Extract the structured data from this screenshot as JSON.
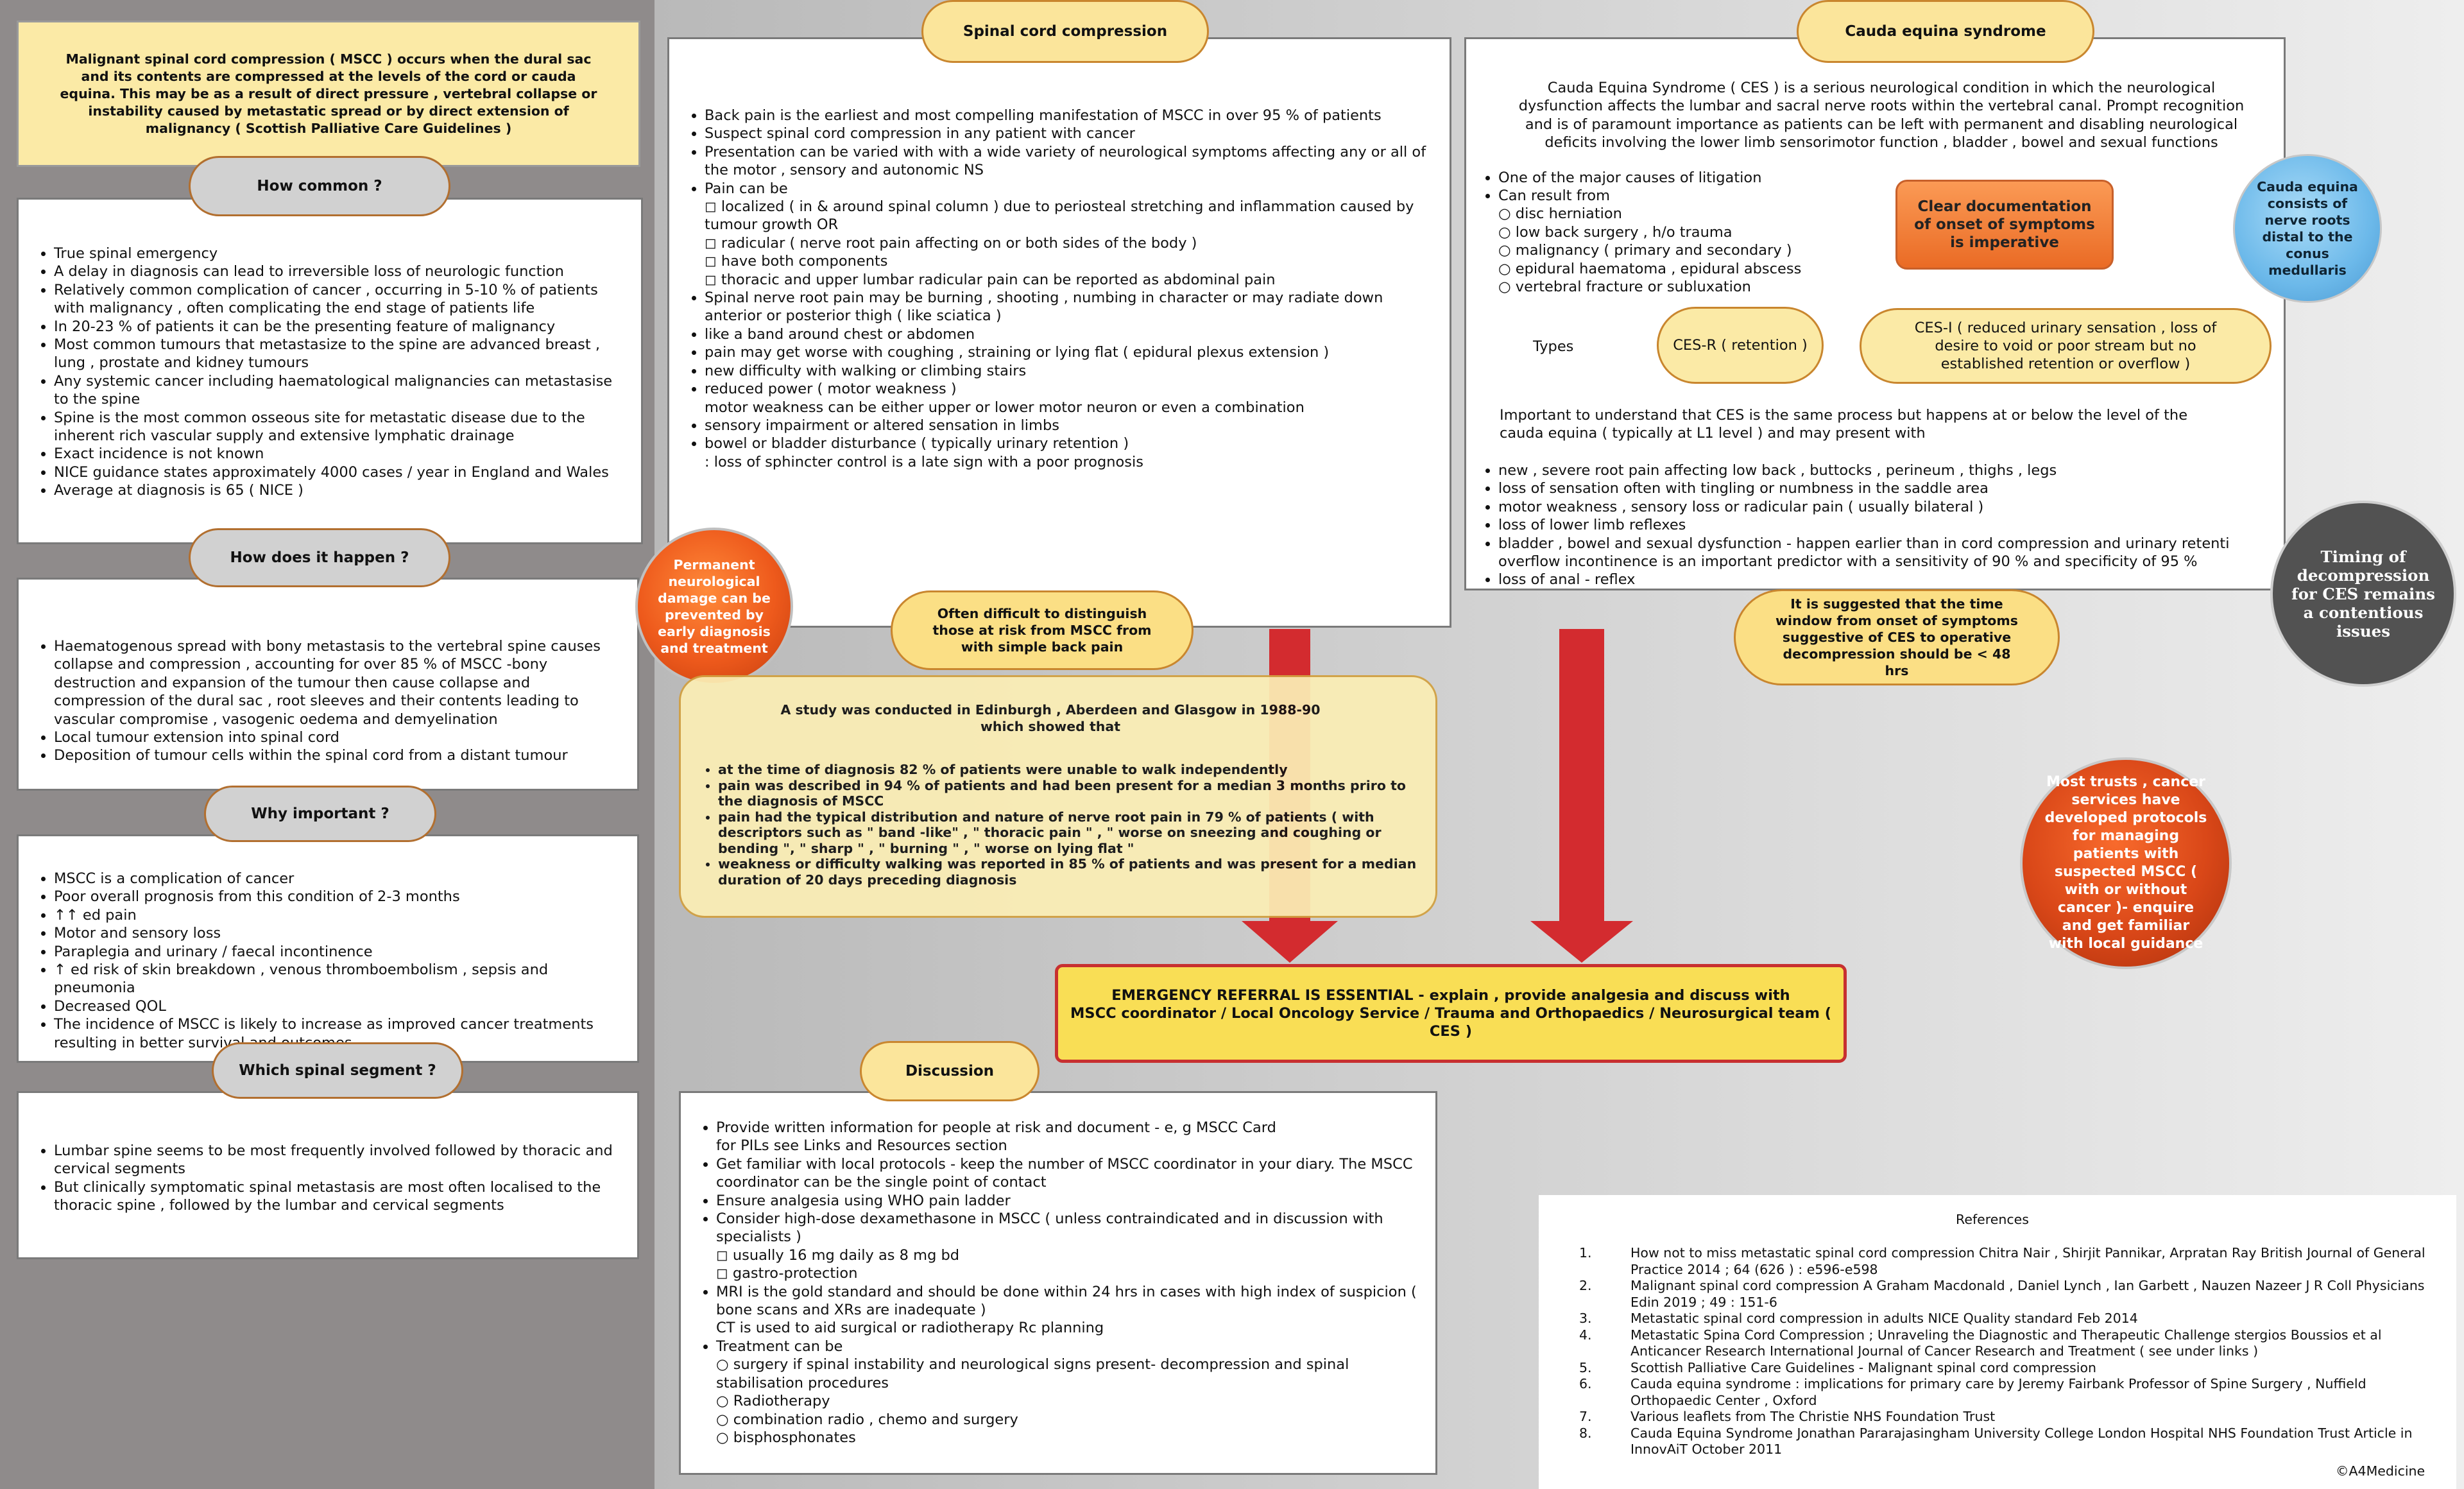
{
  "intro": "Malignant spinal cord compression ( MSCC ) occurs when the dural sac and its contents  are compressed at the levels of the cord or cauda equina. This may be as a result of direct pressure ,  vertebral collapse or instability caused by metastatic spread or by direct extension of malignancy ( Scottish Palliative Care Guidelines )",
  "how_common": {
    "title": "How common ?",
    "items": [
      "True spinal emergency",
      "A delay in diagnosis can lead to irreversible loss of neurologic function",
      "Relatively common complication of cancer , occurring in 5-10 % of patients with malignancy , often complicating the end stage of patients life",
      "In 20-23 % of patients it can be the presenting feature of malignancy",
      "Most common tumours that metastasize to the spine are advanced breast , lung , prostate and kidney tumours",
      "Any systemic cancer  including haematological malignancies can metastasise to the spine",
      "Spine is the most common osseous site for metastatic disease due to the inherent rich vascular supply and extensive lymphatic drainage",
      "Exact incidence is not known",
      "NICE guidance states approximately 4000 cases / year in England and Wales",
      "Average at diagnosis is 65 ( NICE )"
    ]
  },
  "how_happen": {
    "title": "How does it happen ?",
    "items": [
      "Haematogenous spread with bony metastasis to the vertebral spine causes collapse and compression , accounting for over 85 % of MSCC -bony destruction and expansion of the tumour then cause collapse and compression of the dural sac , root sleeves and their contents leading to vascular compromise , vasogenic oedema and demyelination",
      "Local tumour extension into spinal cord",
      "Deposition of tumour cells within the spinal cord from a distant tumour"
    ]
  },
  "why_important": {
    "title": "Why important ?",
    "items": [
      "MSCC is a complication of cancer",
      "Poor overall prognosis from this condition of 2-3 months",
      "↑↑ ed pain",
      "Motor and sensory loss",
      "Paraplegia and urinary / faecal incontinence",
      "↑ ed risk of skin breakdown , venous thromboembolism , sepsis and pneumonia",
      "Decreased QOL",
      "The incidence of MSCC is likely to increase as improved cancer treatments resulting in better survival and outcomes"
    ]
  },
  "which_segment": {
    "title": "Which spinal segment ?",
    "items": [
      "Lumbar spine  seems to be most frequently involved followed by thoracic and cervical segments",
      "But clinically symptomatic spinal metastasis are most often localised to the thoracic spine , followed by the lumbar and cervical segments"
    ]
  },
  "scc": {
    "title": "Spinal cord compression",
    "lines": [
      {
        "k": "b",
        "t": "Back pain is the earliest and most compelling manifestation of MSCC in over 95 % of patients"
      },
      {
        "k": "b",
        "t": "Suspect spinal cord compression in any patient with cancer"
      },
      {
        "k": "b",
        "t": "Presentation can be varied with with a wide variety of neurological symptoms affecting any or all of the motor , sensory and autonomic NS"
      },
      {
        "k": "b",
        "t": "Pain can be"
      },
      {
        "k": "s",
        "t": "localized ( in & around spinal column ) due to periosteal stretching and inflammation caused by tumour growth OR"
      },
      {
        "k": "s",
        "t": "radicular ( nerve root pain affecting on or both sides of the body )"
      },
      {
        "k": "s",
        "t": "have both components"
      },
      {
        "k": "s",
        "t": "thoracic and upper lumbar radicular pain can be reported as abdominal pain"
      },
      {
        "k": "b",
        "t": "Spinal nerve root pain may be burning , shooting , numbing in character or may radiate down  anterior or posterior thigh ( like sciatica )"
      },
      {
        "k": "b",
        "t": "like a band around chest or abdomen"
      },
      {
        "k": "b",
        "t": "pain may get worse with coughing , straining or lying flat ( epidural plexus extension )"
      },
      {
        "k": "b",
        "t": "new difficulty with walking or climbing stairs"
      },
      {
        "k": "b",
        "t": "reduced power ( motor weakness )"
      },
      {
        "k": "p",
        "t": "motor weakness can be either upper or lower motor neuron or even a combination"
      },
      {
        "k": "b",
        "t": "sensory impairment or altered sensation in limbs"
      },
      {
        "k": "b",
        "t": "bowel or bladder disturbance ( typically urinary retention )"
      },
      {
        "k": "p",
        "t": ": loss of sphincter control is a late sign with a poor prognosis"
      }
    ]
  },
  "permanent_damage": "Permanent neurological damage can be  prevented by early diagnosis and treatment",
  "difficult": "Often difficult to distinguish those at risk from MSCC from with simple back pain",
  "study": {
    "title": "A study was conducted in Edinburgh , Aberdeen and Glasgow in 1988-90 which showed that",
    "items": [
      "at the time of diagnosis 82 % of patients were unable to walk independently",
      "pain was described in 94 % of patients and had been present for a median 3 months priro to the diagnosis of MSCC",
      "pain had the typical distribution and nature of nerve root pain in 79 % of patients ( with descriptors such as \" band -like\" , \" thoracic pain \" , \" worse on sneezing and coughing or bending \", \" sharp \" , \" burning \" , \" worse on lying flat \"",
      "weakness or difficulty walking was reported in 85 % of patients and was present for a median duration of 20 days preceding diagnosis"
    ]
  },
  "emergency": {
    "line1": "EMERGENCY REFERRAL IS ESSENTIAL - explain , provide analgesia and discuss with",
    "line2": "MSCC coordinator / Local Oncology Service  / Trauma and Orthopaedics / Neurosurgical  team  ( CES )"
  },
  "discussion": {
    "title": "Discussion",
    "lines": [
      {
        "k": "b",
        "t": "Provide written information for people at risk and document - e, g MSCC Card"
      },
      {
        "k": "p",
        "t": "for PILs see Links and Resources section"
      },
      {
        "k": "b",
        "t": "Get familiar with local protocols - keep the number of MSCC coordinator in your diary. The MSCC coordinator can be the single point of contact"
      },
      {
        "k": "b",
        "t": "Ensure analgesia using WHO pain ladder"
      },
      {
        "k": "b",
        "t": "Consider high-dose dexamethasone  in MSCC ( unless contraindicated and in discussion with specialists )"
      },
      {
        "k": "s",
        "t": "usually 16 mg daily as 8 mg bd"
      },
      {
        "k": "s",
        "t": "gastro-protection"
      },
      {
        "k": "b",
        "t": "MRI is the gold standard and should be done within 24 hrs in cases with high index of suspicion  ( bone scans and XRs are inadequate )"
      },
      {
        "k": "p",
        "t": "CT is used to aid surgical or radiotherapy Rc planning"
      },
      {
        "k": "b",
        "t": "Treatment can be"
      },
      {
        "k": "c",
        "t": "surgery if spinal instability and neurological signs present- decompression and spinal stabilisation procedures"
      },
      {
        "k": "c",
        "t": "Radiotherapy"
      },
      {
        "k": "c",
        "t": "combination radio , chemo and surgery"
      },
      {
        "k": "c",
        "t": "bisphosphonates"
      }
    ]
  },
  "ces": {
    "title": "Cauda equina syndrome",
    "intro": "Cauda Equina Syndrome ( CES ) is a serious neurological condition in which the neurological dysfunction affects the lumbar and sacral nerve roots within the vertebral canal. Prompt recognition and is of paramount importance as patients can be left with permanent and disabling neurological deficits involving the lower limb sensorimotor function , bladder , bowel and sexual functions",
    "causes": [
      {
        "k": "b",
        "t": "One of the major causes of litigation"
      },
      {
        "k": "b",
        "t": "Can result from"
      },
      {
        "k": "c",
        "t": "disc herniation"
      },
      {
        "k": "c",
        "t": "low back surgery , h/o trauma"
      },
      {
        "k": "c",
        "t": "malignancy ( primary and secondary )"
      },
      {
        "k": "c",
        "t": "epidural haematoma , epidural abscess"
      },
      {
        "k": "c",
        "t": "vertebral fracture or subluxation"
      }
    ],
    "clear_doc": "Clear documentation of onset of symptoms is imperative",
    "cauda_def": "Cauda equina consists of nerve roots distal to the conus medullaris",
    "types_label": "Types",
    "ces_r": "CES-R ( retention )",
    "ces_i": "CES-I ( reduced urinary sensation , loss of desire to void or poor stream but no established retention or overflow )",
    "important": "Important to understand that CES is the same process but happens at or below the level of the cauda equina ( typically at L1 level ) and may present with",
    "present": [
      "new , severe root pain affecting low back , buttocks , perineum , thighs , legs",
      "loss of sensation often with tingling or numbness in the saddle area",
      "motor weakness , sensory loss or radicular pain ( usually bilateral )",
      "loss of lower limb reflexes",
      "bladder , bowel and sexual dysfunction - happen earlier than in cord compression and urinary retenti overflow incontinence is an important predictor with a sensitivity of 90 % and specificity of 95 %",
      "loss of anal - reflex"
    ],
    "time_window": "It is suggested that the time window from onset of symptoms suggestive of CES to operative decompression  should be < 48 hrs",
    "timing": "Timing of decompression for CES remains a contentious issues"
  },
  "trusts": "Most trusts , cancer services  have developed protocols for managing patients with suspected MSCC ( with or without cancer )- enquire and  get familiar with local guidance",
  "references": {
    "title": "References",
    "items": [
      {
        "n": "1.",
        "t": "How not to miss metastatic spinal cord compression Chitra Nair , Shirjit Pannikar, Arpratan Ray British Journal of General Practice 2014 ; 64 (626 ) : e596-e598"
      },
      {
        "n": "2.",
        "t": "Malignant spinal cord compression A Graham Macdonald , Daniel Lynch , Ian Garbett , Nauzen Nazeer J R Coll Physicians Edin 2019 ; 49 : 151-6"
      },
      {
        "n": "3.",
        "t": "Metastatic spinal cord compression in adults NICE Quality standard Feb 2014"
      },
      {
        "n": "4.",
        "t": "Metastatic Spina Cord Compression ; Unraveling the Diagnostic and Therapeutic Challenge stergios Boussios et al Anticancer Research International Journal of Cancer Research and Treatment ( see under links )"
      },
      {
        "n": "5.",
        "t": "Scottish Palliative Care Guidelines - Malignant spinal cord compression"
      },
      {
        "n": "6.",
        "t": "Cauda equina syndrome : implications for primary care by Jeremy Fairbank Professor of Spine Surgery , Nuffield Orthopaedic Center , Oxford"
      },
      {
        "n": "7.",
        "t": "Various leaflets from The Christie NHS Foundation Trust"
      },
      {
        "n": "8.",
        "t": "Cauda Equina Syndrome Jonathan Pararajasingham University College London Hospital NHS Foundation Trust Article in InnovAiT October 2011"
      }
    ]
  },
  "copyright": "©A4Medicine",
  "colors": {
    "left_bg": "#8f8b8b",
    "yellow": "#fbeaa6",
    "red_arrow": "#d32b2f",
    "orange": "#ee5a1c"
  }
}
